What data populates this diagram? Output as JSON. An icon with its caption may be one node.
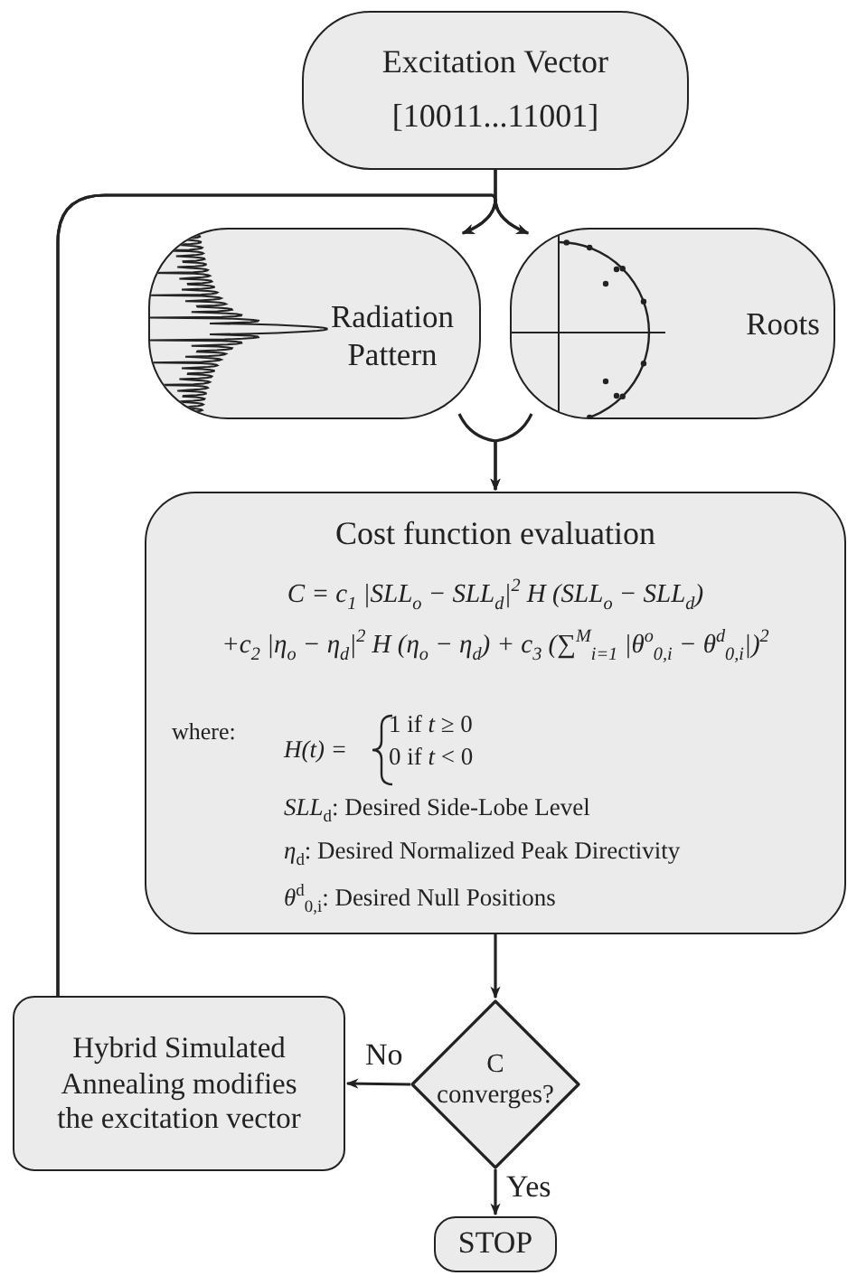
{
  "diagram": {
    "nodes": [
      {
        "text": [
          "Excitation Vector",
          "[10011...11001]"
        ]
      },
      {
        "text": [
          "Radiation Pattern"
        ]
      },
      {
        "text": [
          "Roots"
        ]
      },
      {
        "text": [
          "Cost function evaluation",
          "C = c$_{1}$ |SLL$_{o}$ − SLL$_{d}$|$^{2}$ H (SLL$_{o}$ − SLL$_{d}$)",
          "+c$_{2}$ |η$_{o}$ − η$_{d}$|$^{2}$ H (η$_{o}$ − η$_{d}$) + c$_{3}$ (∑$^{M}$$_{i=1}$ |θ$^{o}$$_{0,i}$ − θ$^{d}$$_{0,i}$|)$^{2}$",
          "where:",
          "H(t) =",
          "1 if *t* ≥ 0",
          "0 if *t* < 0",
          "*SLL*$_{d}$: Desired Side-Lobe Level",
          "*η*$_{d}$: Desired Normalized Peak Directivity",
          "*θ*$^{d}$$_{0,i}$: Desired Null Positions"
        ]
      },
      {
        "text": [
          "C converges?"
        ]
      },
      {
        "text": [
          "Hybrid Simulated Annealing modifies the excitation vector"
        ]
      },
      {
        "text": [
          "STOP"
        ]
      }
    ],
    "edges": [
      {
        "from": 0,
        "to": 1,
        "arrow": "to"
      },
      {
        "from": 0,
        "to": 2,
        "arrow": "to"
      },
      {
        "from": 5,
        "to": 1,
        "arrow": "to"
      },
      {
        "from": 5,
        "to": 2,
        "arrow": "to"
      },
      {
        "from": 1,
        "to": 3,
        "arrow": "to"
      },
      {
        "from": 2,
        "to": 3,
        "arrow": "to"
      },
      {
        "from": 3,
        "to": 4,
        "arrow": "to"
      },
      {
        "from": 4,
        "to": 5,
        "arrow": "to",
        "label": "No"
      },
      {
        "from": 4,
        "to": 6,
        "arrow": "to",
        "label": "Yes"
      }
    ]
  }
}
